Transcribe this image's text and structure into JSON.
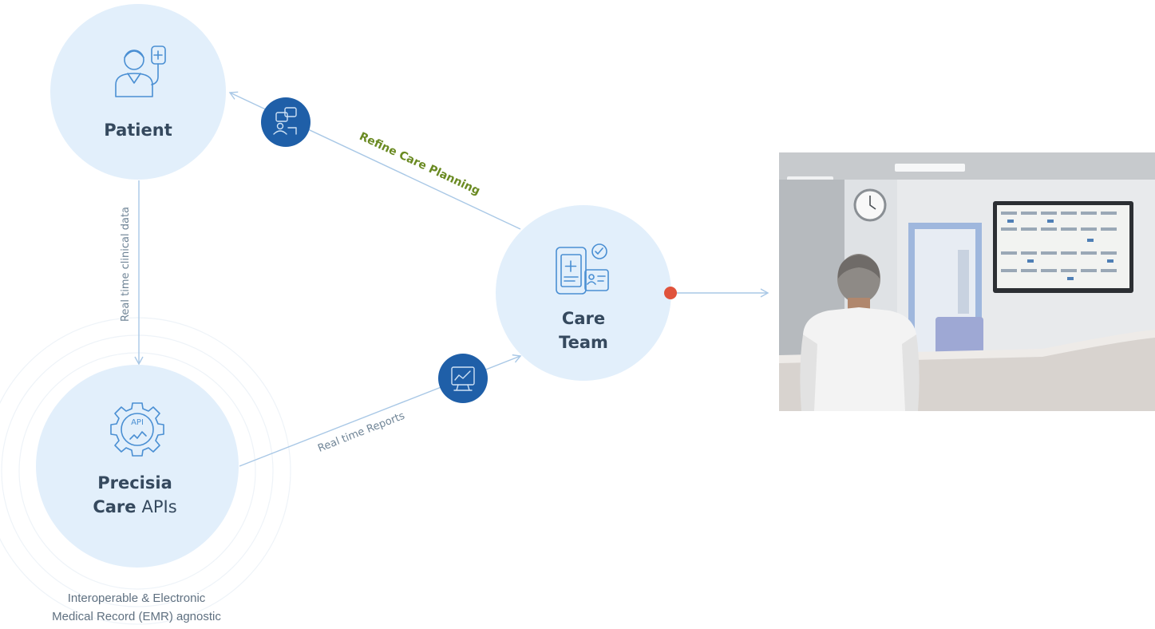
{
  "nodes": {
    "patient": {
      "label": "Patient",
      "icon": "patient-icon"
    },
    "care_team": {
      "label_line1": "Care",
      "label_line2": "Team",
      "icon": "care-team-device-icon"
    },
    "precisia": {
      "label_line1": "Precisia",
      "label_line2_bold": "Care",
      "label_line2_light": "APIs",
      "icon": "api-gear-icon"
    }
  },
  "edges": {
    "refine": {
      "label": "Refine Care Planning",
      "badge_icon": "care-planning-icon"
    },
    "clinical": {
      "label": "Real time clinical data"
    },
    "reports": {
      "label": "Real time Reports",
      "badge_icon": "reports-icon"
    }
  },
  "caption": {
    "line1": "Interoperable & Electronic",
    "line2": "Medical Record (EMR) agnostic"
  },
  "photo": {
    "description_icon": "nurse-station-illustration"
  },
  "colors": {
    "node_fill": "#e2effb",
    "badge_fill": "#1f5fa8",
    "line": "#a9c8e6",
    "accent_text": "#6a8a22",
    "marker": "#e0533c",
    "title_text": "#35495e"
  }
}
